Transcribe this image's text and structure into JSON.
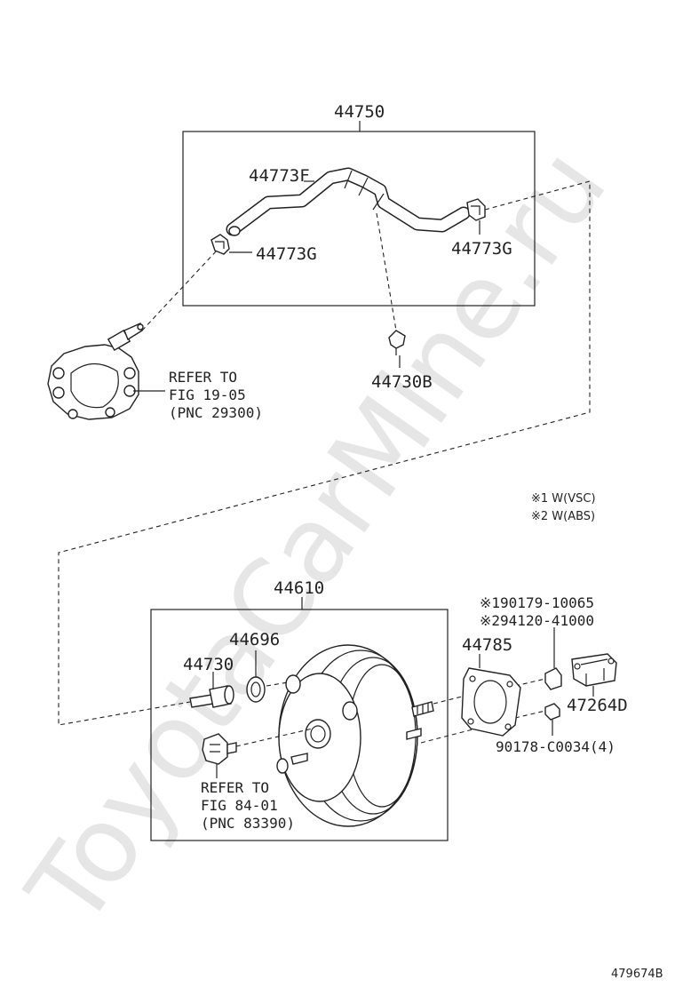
{
  "watermark": "ToyotaCarMine.ru",
  "diagram_id": "479674B",
  "legend": {
    "note1": "※1 W(VSC)",
    "note2": "※2 W(ABS)"
  },
  "labels": {
    "hose_assy": "44750",
    "hose_f": "44773F",
    "clamp_g_left": "44773G",
    "clamp_g_right": "44773G",
    "clip_b": "44730B",
    "pump_ref_line1": "REFER TO",
    "pump_ref_line2": "FIG 19-05",
    "pump_ref_line3": "(PNC 29300)",
    "booster_assy": "44610",
    "grommet": "44696",
    "check_valve": "44730",
    "sensor_ref_line1": "REFER TO",
    "sensor_ref_line2": "FIG 84-01",
    "sensor_ref_line3": "(PNC 83390)",
    "gasket": "44785",
    "nut_1": "※190179-10065",
    "nut_2": "※294120-41000",
    "bracket": "47264D",
    "nut_4": "90178-C0034(4)"
  }
}
